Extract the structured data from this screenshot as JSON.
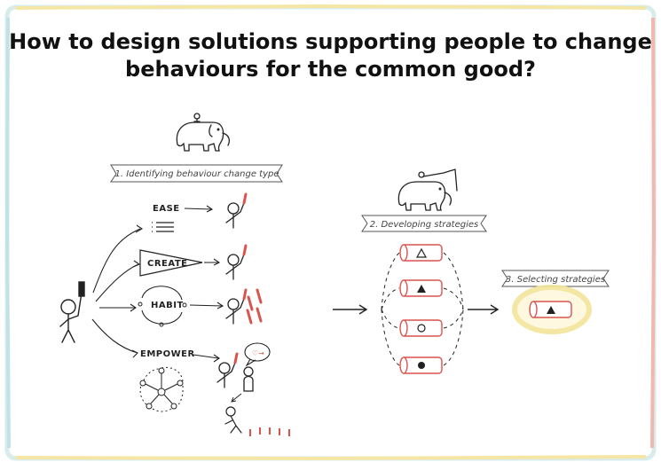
{
  "title": {
    "line1": "How to design solutions supporting people to change",
    "line2": "behaviours for the common good?"
  },
  "colors": {
    "accent": "#d9534f",
    "glow": "#f3e49a",
    "ink": "#222222",
    "frame_colors": [
      "#bfe3e6",
      "#f5e6a6",
      "#f2b8b0"
    ]
  },
  "steps": [
    {
      "label": "1. Identifying behaviour change type"
    },
    {
      "label": "2. Developing strategies"
    },
    {
      "label": "3. Selecting strategies"
    }
  ],
  "behaviour_types": [
    {
      "label": "EASE"
    },
    {
      "label": "CREATE"
    },
    {
      "label": "HABIT"
    },
    {
      "label": "EMPOWER"
    }
  ],
  "strategy_icons": [
    "triangle-outline",
    "triangle-filled",
    "circle-outline",
    "circle-filled"
  ],
  "selected_icon": "triangle-filled",
  "icons": [
    "elephant-with-rider-icon",
    "person-icon",
    "carrot-icon",
    "network-icon"
  ]
}
